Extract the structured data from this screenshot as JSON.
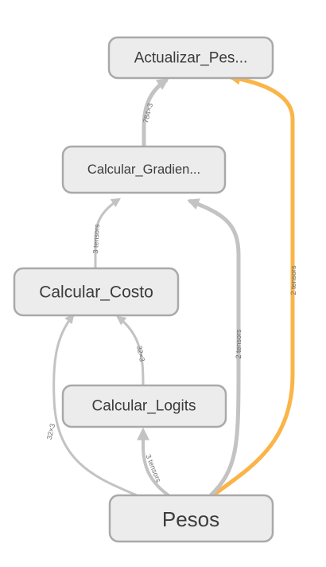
{
  "graph": {
    "nodes": {
      "actualizar": {
        "label": "Actualizar_Pes..."
      },
      "gradientes": {
        "label": "Calcular_Gradien..."
      },
      "costo": {
        "label": "Calcular_Costo"
      },
      "logits": {
        "label": "Calcular_Logits"
      },
      "pesos": {
        "label": "Pesos"
      }
    },
    "edges": {
      "grad_to_act": {
        "label": "784×3"
      },
      "costo_to_grad": {
        "label": "3 tensors"
      },
      "logits_to_costo": {
        "label": "32×3"
      },
      "pesos_to_costo": {
        "label": "32×3"
      },
      "pesos_to_logits": {
        "label": "3 tensors"
      },
      "pesos_to_grad": {
        "label": "2 tensors"
      },
      "pesos_to_act": {
        "label": "2 tensors"
      }
    },
    "colors": {
      "node_fill": "#ececec",
      "node_stroke": "#a9a9a9",
      "edge": "#c3c3c3",
      "highlight_edge": "#fbb447"
    }
  }
}
